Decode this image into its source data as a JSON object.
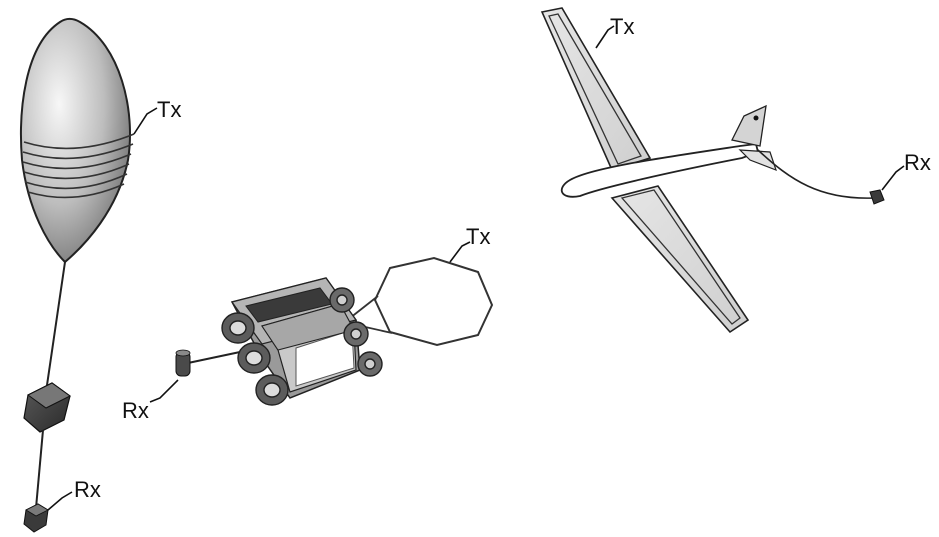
{
  "labels": {
    "balloon_tx": "Tx",
    "balloon_rx": "Rx",
    "rover_tx": "Tx",
    "rover_rx": "Rx",
    "aircraft_tx": "Tx",
    "aircraft_rx": "Rx"
  }
}
